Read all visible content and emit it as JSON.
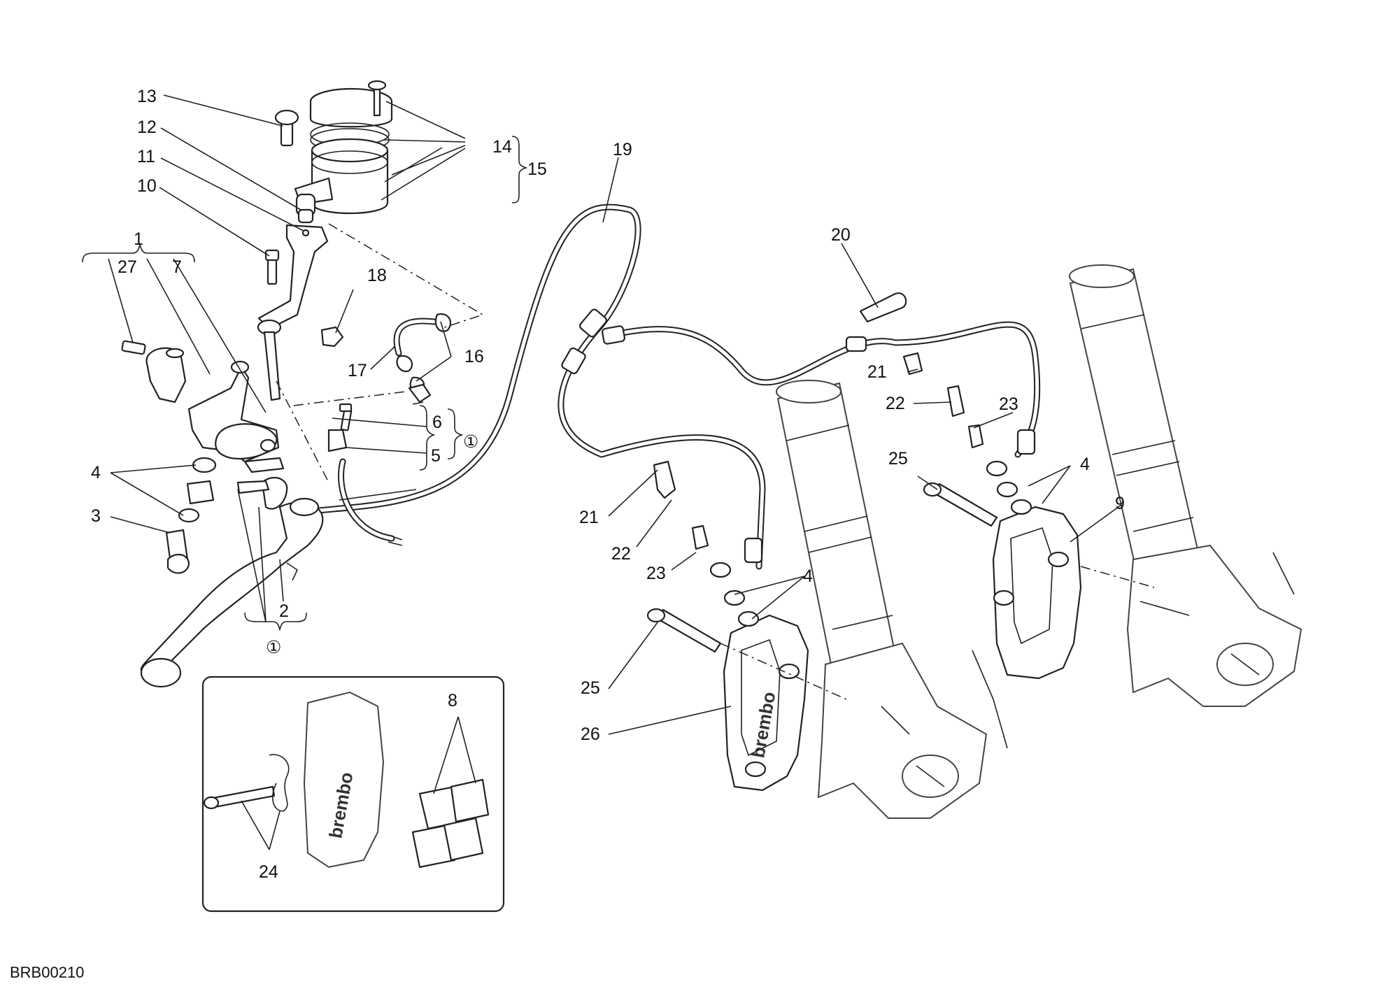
{
  "drawing_code": "BRB00210",
  "note_marker": "①",
  "brand_mark": "brembo",
  "callouts": {
    "c1": "1",
    "c2": "2",
    "c3": "3",
    "c4": "4",
    "c5": "5",
    "c6": "6",
    "c7": "7",
    "c8": "8",
    "c9": "9",
    "c10": "10",
    "c11": "11",
    "c12": "12",
    "c13": "13",
    "c14": "14",
    "c15": "15",
    "c16": "16",
    "c17": "17",
    "c18": "18",
    "c19": "19",
    "c20": "20",
    "c21": "21",
    "c22": "22",
    "c23": "23",
    "c24": "24",
    "c25": "25",
    "c26": "26",
    "c27": "27"
  }
}
